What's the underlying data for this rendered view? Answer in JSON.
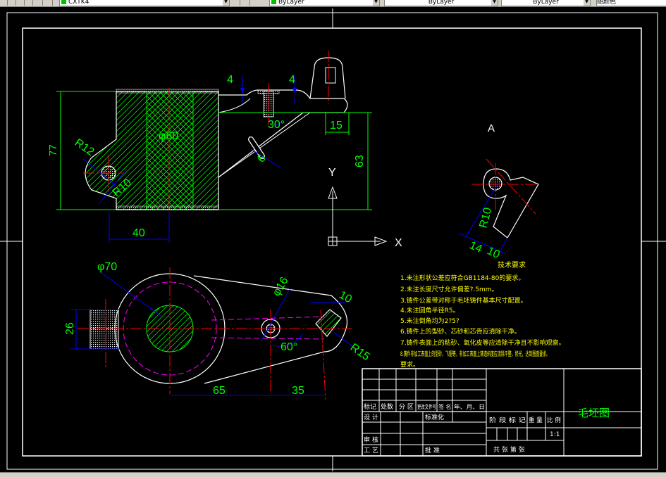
{
  "toolbar": {
    "layer_value": "CXTK4",
    "color_value": "ByLayer",
    "linetype_value": "ByLayer",
    "lineweight_value": "ByLayer",
    "plotstyle_value": "随颜色"
  },
  "colors": {
    "background": "#000000",
    "geometry": "#ffffff",
    "dimension": "#00ff00",
    "center_line": "#ff0000",
    "dimension_line": "#0000ff",
    "hidden_line": "#ff00ff",
    "hatch": "#00ff00",
    "title_text": "#00ff00",
    "notes_text": "#ffff00"
  },
  "front_view": {
    "dim_width": "77",
    "dim_r12": "R12",
    "dim_phi60": "φ60",
    "dim_r10": "R10",
    "dim_40": "40",
    "dim_4_left": "4",
    "dim_4_right": "4",
    "dim_30deg": "30°",
    "dim_15": "15",
    "dim_63": "63",
    "dim_6": "6"
  },
  "ucs": {
    "y_label": "Y",
    "x_label": "X"
  },
  "section_a": {
    "label": "A",
    "dim_r10": "R10",
    "dim_14": "14",
    "dim_10": "10"
  },
  "top_view": {
    "dim_phi70": "φ70",
    "dim_phi16": "φ16",
    "dim_10": "10",
    "dim_26": "26",
    "dim_60deg": "60°",
    "dim_r15": "R15",
    "dim_65": "65",
    "dim_35": "35"
  },
  "technical_requirements": {
    "heading": "技术要求",
    "items": [
      "1.未注形状公差应符合GB1184-80的要求。",
      "2.未注长度尺寸允许偏差?.5mm。",
      "3.铸件公差带对称于毛坯铸件基本尺寸配置。",
      "4.未注圆角半径R5。",
      "5.未注倒角均为2?5?",
      "6.铸件上的型砂、芯砂和芯骨应清除干净。",
      "7.铸件表面上的粘砂、氧化皮等应清除干净且不影响观察。",
      "8.铸件非加工表面上的型砂，飞翅等，非加工表面上铸造斜度应清除平整，修光，达到图面要求。"
    ],
    "extra_line": "要求。"
  },
  "title_block": {
    "drawing_name": "毛坯图",
    "scale_value": "1:1",
    "row_labels": [
      "标记",
      "处数",
      "分 区",
      "更改文件号",
      "签 名",
      "年、月、日"
    ],
    "design": "设 计",
    "standardize": "标准化",
    "review": "审 核",
    "process": "工 艺",
    "approve": "批 准",
    "stage_mark": "阶 段 标 记",
    "weight": "重 量",
    "scale": "比 例",
    "sheets": "共    张 第    张"
  }
}
